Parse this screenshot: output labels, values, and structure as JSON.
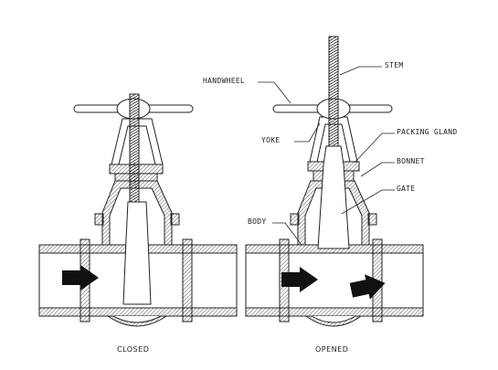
{
  "labels": {
    "handwheel": "HANDWHEEL",
    "stem": "STEM",
    "yoke": "YOKE",
    "packing_gland": "PACKING GLAND",
    "bonnet": "BONNET",
    "gate": "GATE",
    "body": "BODY"
  },
  "captions": {
    "closed": "CLOSED",
    "opened": "OPENED"
  },
  "colors": {
    "line": "#222222",
    "hatch": "#555555",
    "fill": "#ffffff"
  }
}
